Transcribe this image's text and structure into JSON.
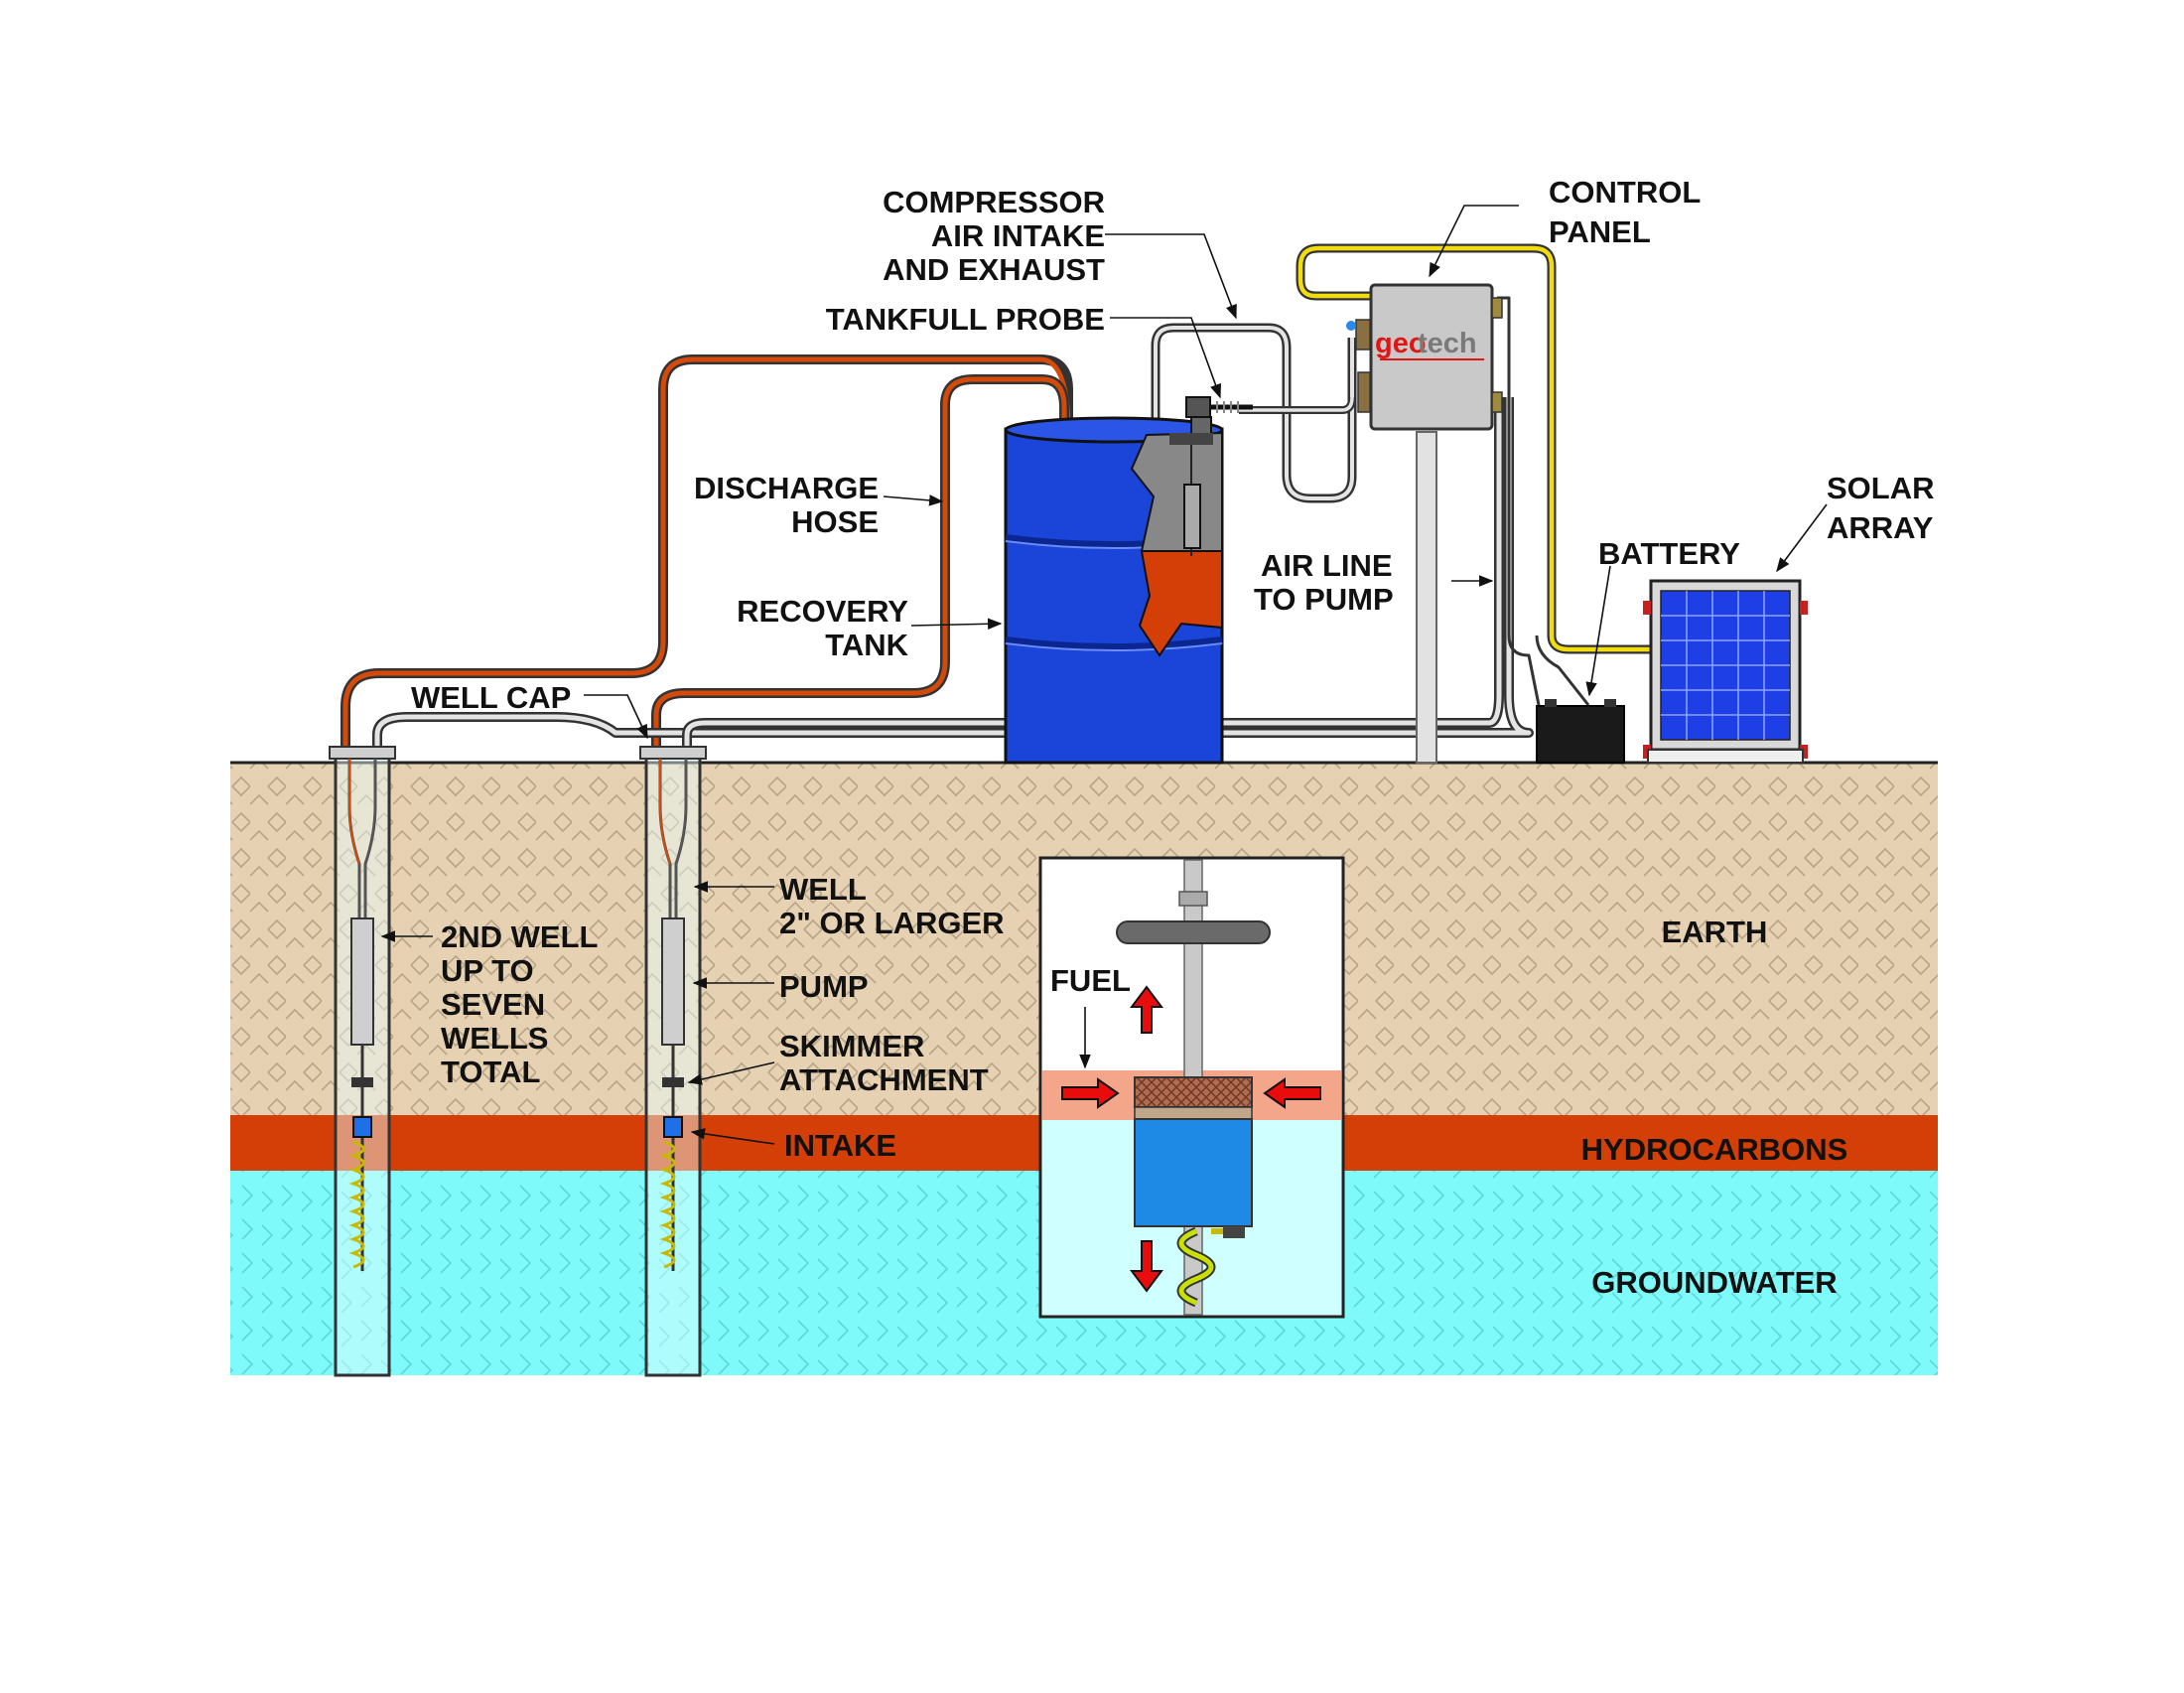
{
  "diagram": {
    "labels": {
      "compressor": [
        "COMPRESSOR",
        "AIR INTAKE",
        "AND EXHAUST"
      ],
      "tankfull_probe": "TANKFULL PROBE",
      "control_panel": [
        "CONTROL",
        "PANEL"
      ],
      "discharge_hose": [
        "DISCHARGE",
        "HOSE"
      ],
      "recovery_tank": [
        "RECOVERY",
        "TANK"
      ],
      "air_line": [
        "AIR LINE",
        "TO PUMP"
      ],
      "battery": "BATTERY",
      "solar_array": [
        "SOLAR",
        "ARRAY"
      ],
      "well_cap": "WELL CAP",
      "well": [
        "WELL",
        "2\" OR LARGER"
      ],
      "second_well": [
        "2ND WELL",
        "UP TO",
        "SEVEN",
        "WELLS",
        "TOTAL"
      ],
      "pump": "PUMP",
      "skimmer": [
        "SKIMMER",
        "ATTACHMENT"
      ],
      "intake": "INTAKE",
      "fuel": "FUEL",
      "earth": "EARTH",
      "hydrocarbons": "HYDROCARBONS",
      "groundwater": "GROUNDWATER"
    },
    "logo": {
      "part1": "geo",
      "part2": "tech"
    },
    "colors": {
      "earth": "#e6d2b3",
      "hydrocarbons": "#d33f06",
      "groundwater": "#7ffafa",
      "tank": "#1a45d8",
      "hose_orange": "#d44a0a",
      "air_line": "#d6d6d6",
      "power_cable": "#f2dc10",
      "panel": "#c9c9c9",
      "solar": "#1f3fe6",
      "arrow": "#e80c0c",
      "logo_red": "#e01616"
    }
  }
}
